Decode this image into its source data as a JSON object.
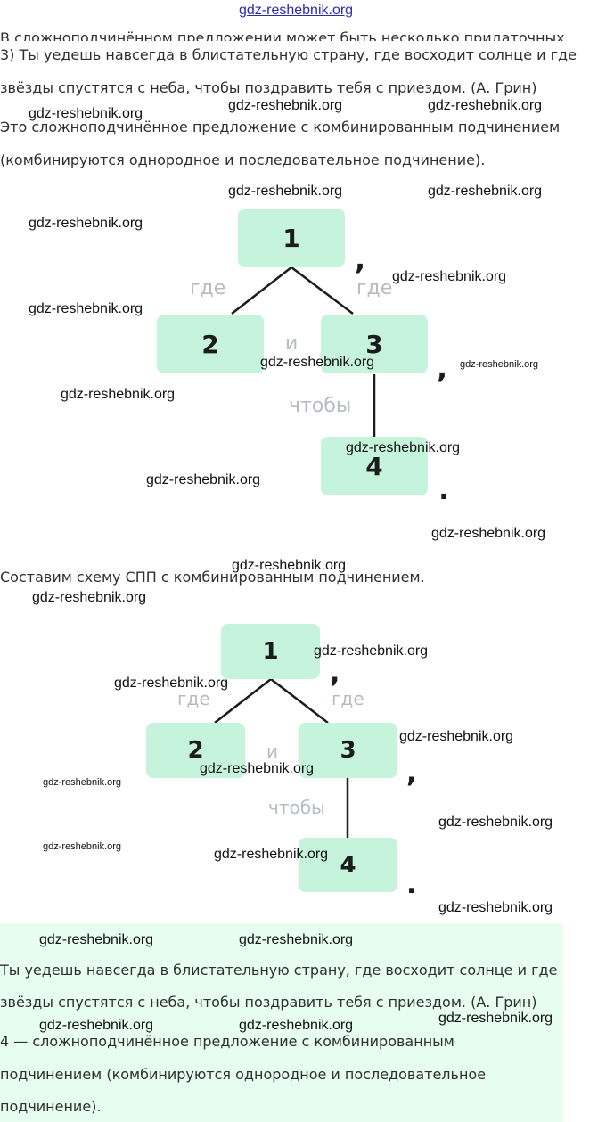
{
  "watermark": "gdz-reshebnik.org",
  "cut_line": "В сложноподчинённом предложении может быть несколько придаточных",
  "intro": {
    "line1": "3) Ты уедешь навсегда в блистательную страну, где восходит солнце и где",
    "line2": "звёзды спустятся с неба, чтобы поздравить тебя с приездом. (А. Грин)",
    "line3": "Это сложноподчинённое предложение с комбинированным подчинением",
    "line4": "(комбинируются однородное и последовательное подчинение)."
  },
  "scheme_caption": "Составим схему СПП с комбинированным подчинением.",
  "diagram": {
    "box1": "1",
    "box2": "2",
    "box3": "3",
    "box4": "4",
    "label_left": "где",
    "label_right": "где",
    "label_and": "и",
    "label_chtoby": "чтобы",
    "comma": ",",
    "period": "."
  },
  "answer": {
    "line1": "Ты уедешь навсегда в блистательную страну, где восходит солнце и где",
    "line2": "звёзды спустятся с неба, чтобы поздравить тебя с приездом. (А. Грин)",
    "line3": "4 — сложноподчинённое предложение с комбинированным",
    "line4": "подчинением (комбинируются однородное и последовательное",
    "line5": "подчинение)."
  },
  "colors": {
    "box": "#c6f3dc",
    "panel": "#e6fdef",
    "label": "#b7bcc4",
    "watermark_top": "#2b2bb0"
  }
}
